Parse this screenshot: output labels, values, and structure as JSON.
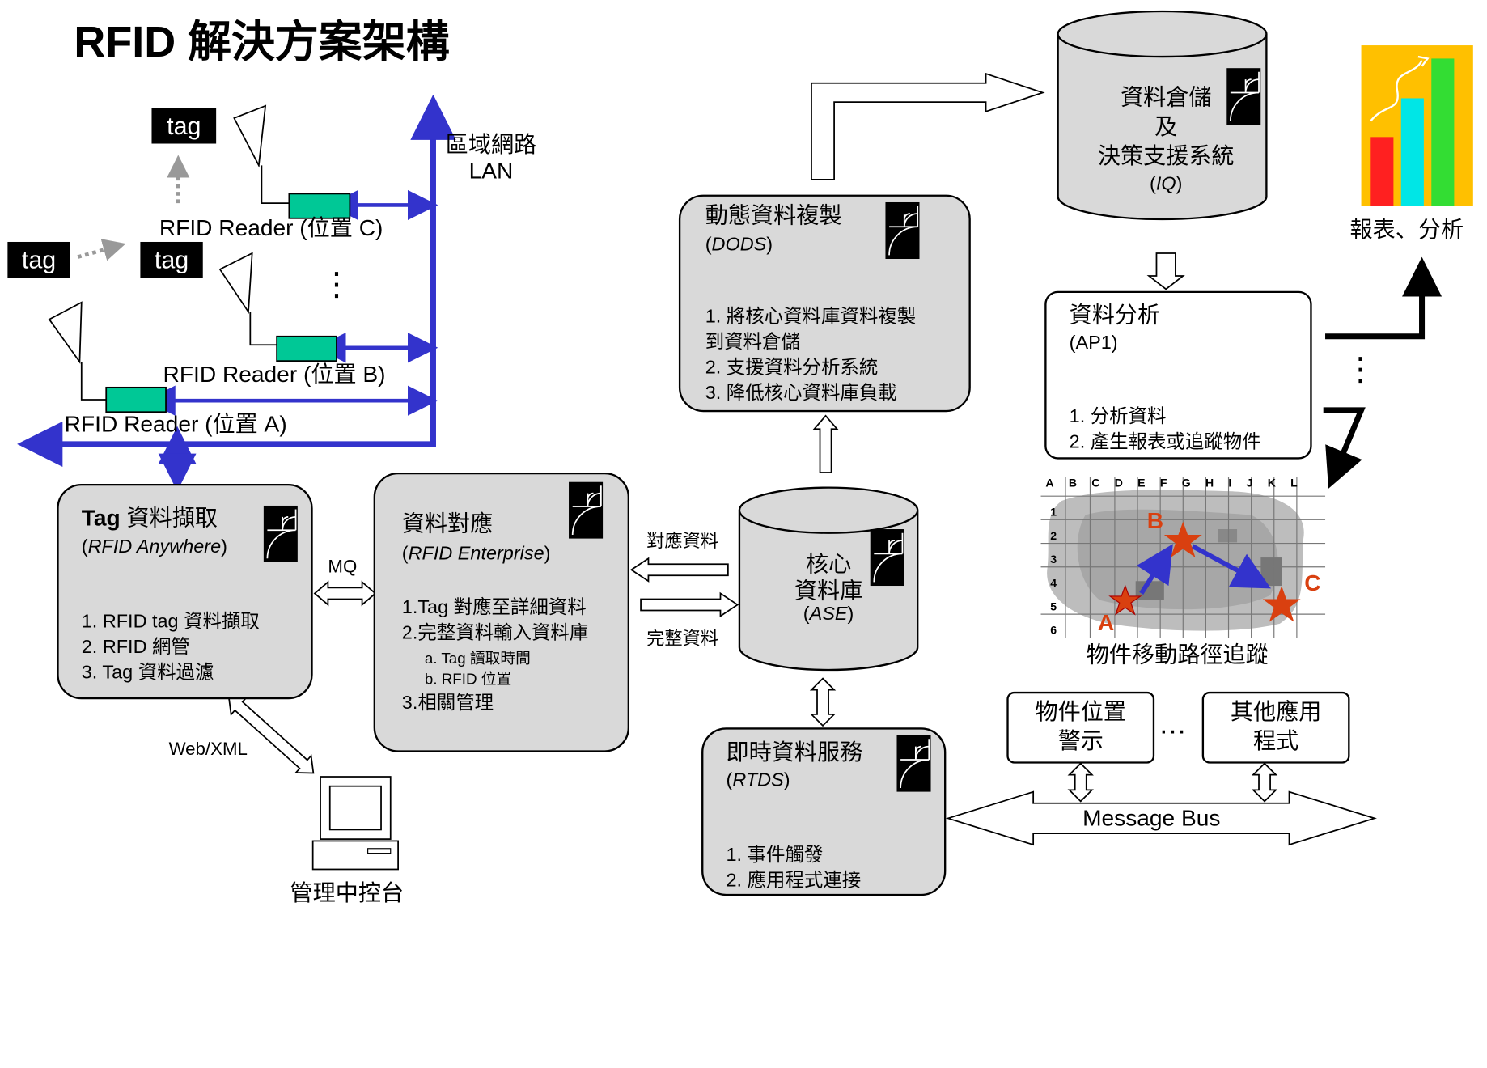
{
  "title": "RFID 解決方案架構",
  "lan": {
    "label1": "區域網路",
    "label2": "LAN"
  },
  "tags": {
    "tag1": "tag",
    "tag2": "tag",
    "tag3": "tag"
  },
  "readers": {
    "c": "RFID Reader (位置 C)",
    "b": "RFID Reader (位置 B)",
    "a": "RFID Reader (位置 A)",
    "dots": "⋮"
  },
  "capture": {
    "title_bold": "Tag",
    "title_rest": " 資料擷取",
    "sub": "RFID Anywhere",
    "items": [
      "1. RFID tag 資料擷取",
      "2. RFID 網管",
      "3. Tag 資料過濾"
    ]
  },
  "mq": "MQ",
  "webxml": "Web/XML",
  "console": "管理中控台",
  "enterprise": {
    "title": "資料對應",
    "sub": "RFID Enterprise",
    "items": [
      "1.Tag 對應至詳細資料",
      "2.完整資料輸入資料庫"
    ],
    "subitems": [
      "a. Tag 讀取時間",
      "b. RFID 位置"
    ],
    "item3": "3.相關管理"
  },
  "map_label": "對應資料",
  "complete_label": "完整資料",
  "core_db": {
    "line1": "核心",
    "line2": "資料庫",
    "sub": "ASE"
  },
  "dods": {
    "title": "動態資料複製",
    "sub": "DODS",
    "items": [
      "1. 將核心資料庫資料複製",
      "到資料倉儲",
      "2. 支援資料分析系統",
      "3. 降低核心資料庫負載"
    ]
  },
  "rtds": {
    "title": "即時資料服務",
    "sub": "RTDS",
    "items": [
      "1. 事件觸發",
      "2. 應用程式連接"
    ]
  },
  "warehouse": {
    "line1": "資料倉儲",
    "line2": "及",
    "line3": "決策支援系統",
    "sub": "IQ"
  },
  "analysis": {
    "title": "資料分析",
    "sub": "(AP1)",
    "items": [
      "1. 分析資料",
      "2. 產生報表或追蹤物件"
    ]
  },
  "report_label": "報表、分析",
  "dots_v": "⋮",
  "tracking": {
    "label": "物件移動路徑追蹤",
    "cols": [
      "A",
      "B",
      "C",
      "D",
      "E",
      "F",
      "G",
      "H",
      "I",
      "J",
      "K",
      "L"
    ],
    "rows": [
      "1",
      "2",
      "3",
      "4",
      "5",
      "6"
    ],
    "pt_a": "A",
    "pt_b": "B",
    "pt_c": "C"
  },
  "alert": {
    "line1": "物件位置",
    "line2": "警示"
  },
  "other_app": {
    "line1": "其他應用",
    "line2": "程式"
  },
  "app_dots": "…",
  "bus": "Message Bus",
  "colors": {
    "lan_blue": "#3333cc",
    "reader_green": "#00c896",
    "box_gray": "#d9d9d9",
    "star_red": "#d94010"
  }
}
